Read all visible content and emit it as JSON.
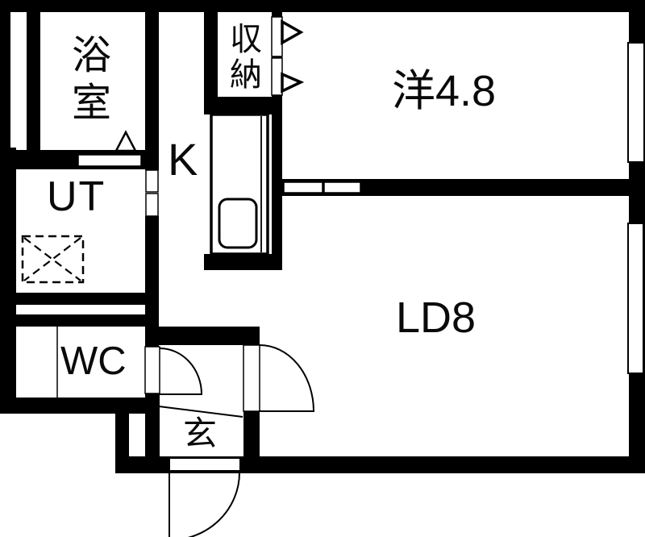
{
  "floorplan": {
    "bg_color": "#ffffff",
    "wall_color": "#000000",
    "rooms": {
      "bathroom": {
        "label": "浴室"
      },
      "utility": {
        "label": "UT"
      },
      "kitchen": {
        "label": "K"
      },
      "storage": {
        "label": "収納"
      },
      "western_room": {
        "label": "洋4.8"
      },
      "living_dining": {
        "label": "LD8"
      },
      "toilet": {
        "label": "WC"
      },
      "entrance": {
        "label": "玄"
      }
    }
  }
}
